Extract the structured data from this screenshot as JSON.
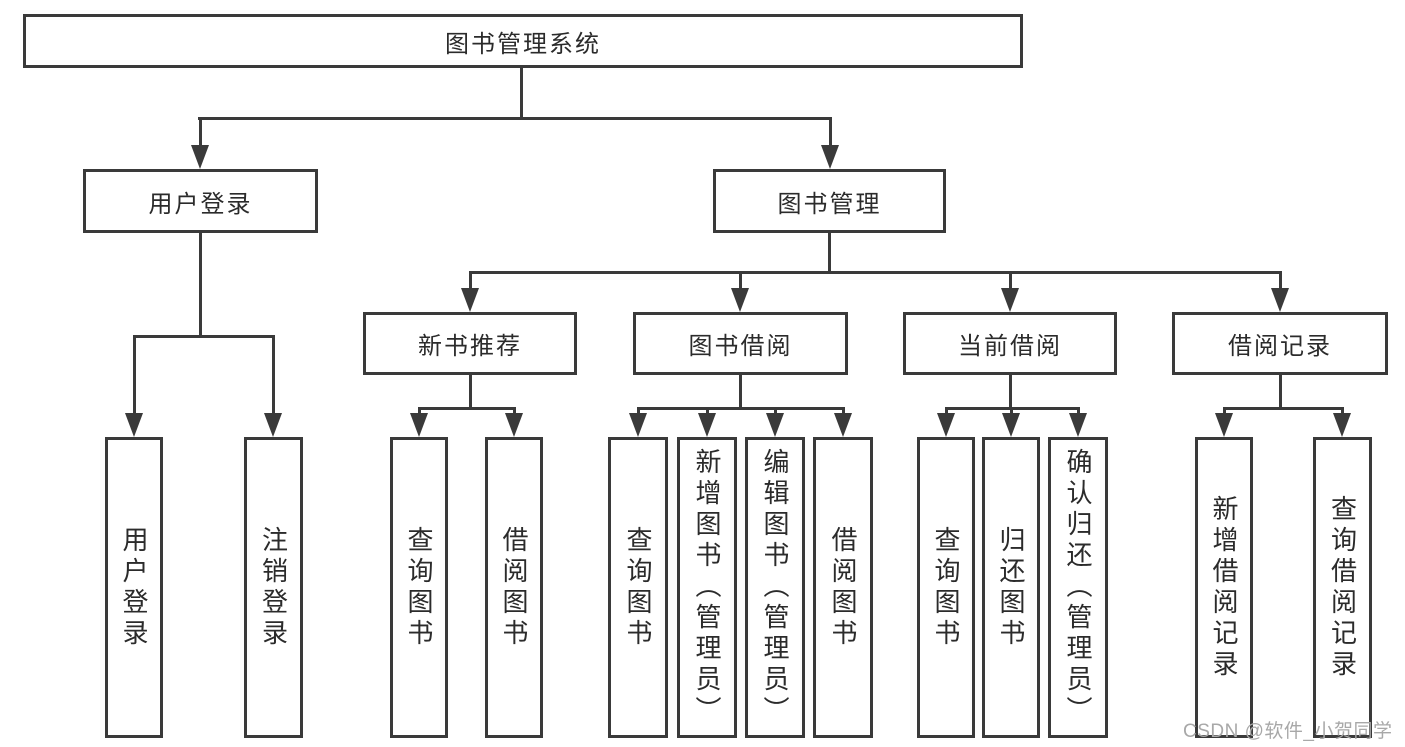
{
  "colors": {
    "line": "#3a3a3a",
    "box_border": "#3a3a3a",
    "box_background": "#ffffff",
    "text": "#2b2b2b",
    "watermark": "#a8a8a8",
    "page_background": "#ffffff"
  },
  "diagram": {
    "root": {
      "label": "图书管理系统"
    },
    "branches": [
      {
        "label": "用户登录",
        "leaves": [
          "用户登录",
          "注销登录"
        ]
      },
      {
        "label": "图书管理",
        "children": [
          {
            "label": "新书推荐",
            "leaves": [
              "查询图书",
              "借阅图书"
            ]
          },
          {
            "label": "图书借阅",
            "leaves": [
              "查询图书",
              "新增图书（管理员）",
              "编辑图书（管理员）",
              "借阅图书"
            ]
          },
          {
            "label": "当前借阅",
            "leaves": [
              "查询图书",
              "归还图书",
              "确认归还（管理员）"
            ]
          },
          {
            "label": "借阅记录",
            "leaves": [
              "新增借阅记录",
              "查询借阅记录"
            ]
          }
        ]
      }
    ]
  },
  "watermark": {
    "text": "CSDN @软件_小贺同学"
  }
}
